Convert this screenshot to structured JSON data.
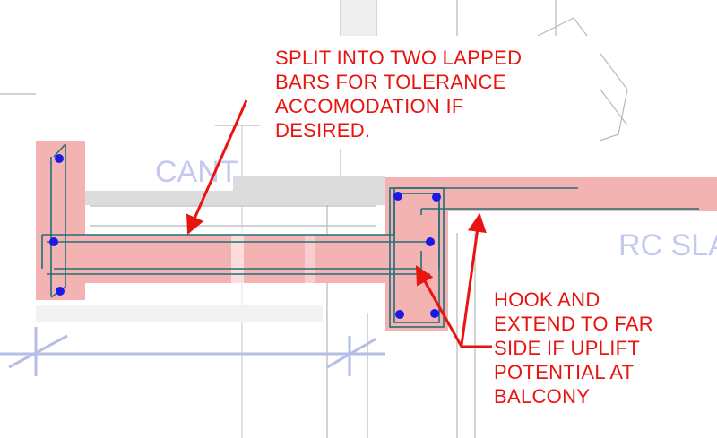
{
  "notes": {
    "lapped_bars": [
      "SPLIT INTO TWO LAPPED",
      "BARS FOR TOLERANCE",
      "ACCOMODATION IF",
      "DESIRED."
    ],
    "hook_extend": [
      "HOOK AND",
      "EXTEND TO FAR",
      "SIDE  IF UPLIFT",
      "POTENTIAL AT",
      "BALCONY"
    ]
  },
  "background_labels": {
    "cant": "CANT",
    "rc_slab": "RC SLA"
  },
  "colors": {
    "annotation": "#e8140f",
    "concrete_fill": "#f4b3b3",
    "rebar": "#1f6f78",
    "bar_dots": "#1a1ae6",
    "background_linework": "#b8b8b8",
    "dimension_line": "#b6bde6"
  }
}
